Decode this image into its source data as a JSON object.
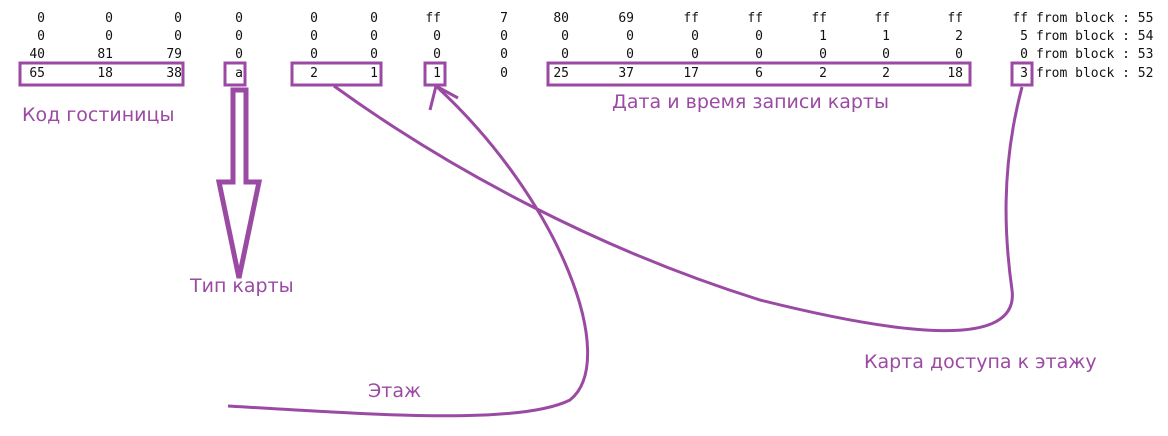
{
  "dump": {
    "rows": [
      {
        "values": [
          "0",
          "0",
          "0",
          "0",
          "0",
          "0",
          "ff",
          "7",
          "80",
          "69",
          "ff",
          "ff",
          "ff",
          "ff",
          "ff",
          "ff"
        ],
        "suffix": "from block : 55"
      },
      {
        "values": [
          "0",
          "0",
          "0",
          "0",
          "0",
          "0",
          "0",
          "0",
          "0",
          "0",
          "0",
          "0",
          "1",
          "1",
          "2",
          "5"
        ],
        "suffix": "from block : 54"
      },
      {
        "values": [
          "40",
          "81",
          "79",
          "0",
          "0",
          "0",
          "0",
          "0",
          "0",
          "0",
          "0",
          "0",
          "0",
          "0",
          "0",
          "0"
        ],
        "suffix": "from block : 53"
      },
      {
        "values": [
          "65",
          "18",
          "38",
          "a",
          "2",
          "1",
          "1",
          "0",
          "25",
          "37",
          "17",
          "6",
          "2",
          "2",
          "18",
          "3"
        ],
        "suffix": "from block : 52"
      }
    ]
  },
  "annotations": {
    "hotel_code": "Код гостиницы",
    "card_type": "Тип карты",
    "floor": "Этаж",
    "datetime": "Дата и время записи карты",
    "floor_access": "Карта доступа к этажу"
  },
  "colors": {
    "accent": "#9b4aa3",
    "text": "#111111"
  }
}
